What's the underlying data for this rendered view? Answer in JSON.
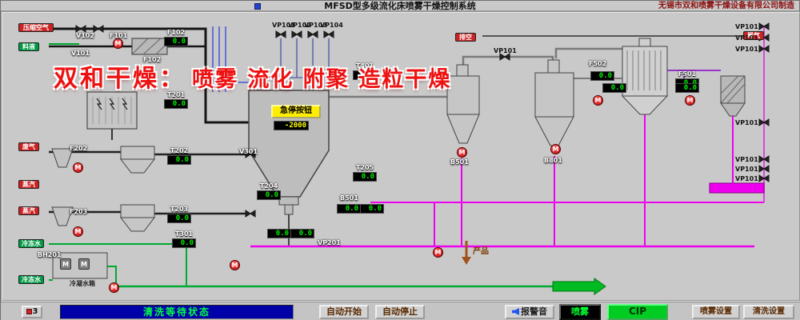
{
  "header": {
    "title": "MFSD型多级流化床喷雾干燥控制系统",
    "company": "无锡市双和喷雾干燥设备有限公司制造"
  },
  "watermark": {
    "brand": "双和干燥：",
    "slogan": "喷雾 流化 附聚 造粒干燥"
  },
  "diagram": {
    "emergency_stop_label": "急停按钮",
    "pump_letter": "M",
    "product_label": "产品",
    "tank_label": "冷凝水箱",
    "right_valve_label": "VP101",
    "source_tags": [
      {
        "label": "压缩空气",
        "color": "#cc2222"
      },
      {
        "label": "料液",
        "color": "#009944"
      },
      {
        "label": "废气",
        "color": "#cc2222"
      },
      {
        "label": "蒸汽",
        "color": "#cc2222"
      },
      {
        "label": "蒸汽",
        "color": "#cc2222"
      },
      {
        "label": "冷冻水",
        "color": "#009944"
      },
      {
        "label": "冷冻水",
        "color": "#009944"
      },
      {
        "label": "排空",
        "color": "#cc2222"
      },
      {
        "label": "尾气",
        "color": "#cc2222"
      }
    ],
    "displays": [
      {
        "tag": "F102",
        "value": "0.0"
      },
      {
        "tag": "T201",
        "value": "0.0"
      },
      {
        "tag": "T202",
        "value": "0.0"
      },
      {
        "tag": "T203",
        "value": "0.0"
      },
      {
        "tag": "T301",
        "value": "0.0"
      },
      {
        "tag": "T204",
        "value": "0.0"
      },
      {
        "tag": "T401",
        "value": "0.0"
      },
      {
        "tag": "T205",
        "value": "0.0"
      },
      {
        "tag": "",
        "value": "-2000",
        "color": "#ffff00"
      },
      {
        "tag": "",
        "value": "0.0"
      },
      {
        "tag": "",
        "value": "0.0"
      },
      {
        "tag": "",
        "value": "0.0"
      },
      {
        "tag": "",
        "value": "0.0"
      },
      {
        "tag": "",
        "value": "0.0"
      },
      {
        "tag": "",
        "value": "0.0"
      },
      {
        "tag": "F501",
        "value": "0.0"
      },
      {
        "tag": "",
        "value": "0.0"
      }
    ],
    "labels": [
      "V102",
      "F101",
      "V101",
      "F102",
      "F202",
      "F203",
      "V301",
      "VP101",
      "VP102",
      "VP103",
      "VP104",
      "VP101",
      "VP201",
      "B501",
      "B801",
      "F502",
      "BH201",
      "B501"
    ]
  },
  "statusbar": {
    "page_button": "3",
    "status_text": "清洗等待状态"
  },
  "controls": [
    {
      "label": "自动开始"
    },
    {
      "label": "自动停止"
    },
    {
      "label": "报警音"
    },
    {
      "label": "喷雾"
    },
    {
      "label": "CIP"
    },
    {
      "label": "喷雾设置"
    },
    {
      "label": "清洗设置"
    }
  ]
}
